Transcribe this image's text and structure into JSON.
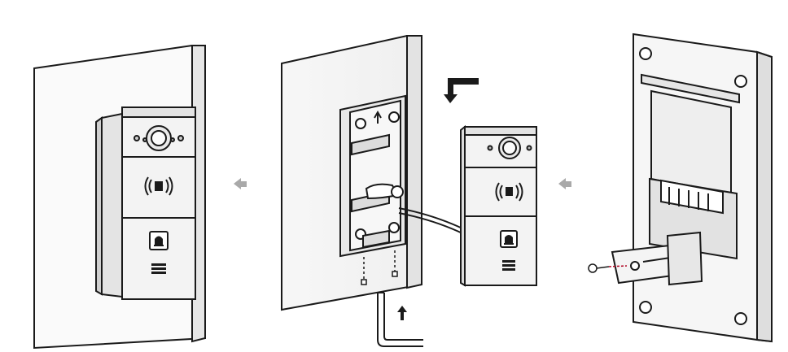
{
  "diagram": {
    "steps": [
      {
        "name": "installed-unit-on-wall"
      },
      {
        "name": "mount-bracket-to-wall-and-attach-unit"
      },
      {
        "name": "unit-back-with-bracket-and-screw"
      }
    ],
    "arrows": [
      {
        "name": "arrow-left-step3-to-step2"
      },
      {
        "name": "arrow-left-step2-to-step1"
      },
      {
        "name": "arrow-insert-unit"
      },
      {
        "name": "arrow-up-tighten"
      }
    ],
    "icons": {
      "nfc": "nfc-icon",
      "bell": "bell-icon",
      "speaker": "speaker-grille-icon",
      "camera": "camera-lens-icon",
      "allen_key": "allen-key-icon",
      "screw": "screw-icon"
    },
    "colors": {
      "line": "#1a1a1a",
      "panel_fill": "#f2f2f2",
      "panel_dark": "#d9d9d9",
      "arrow_gray": "#a9a9a9",
      "background": "#ffffff"
    }
  }
}
